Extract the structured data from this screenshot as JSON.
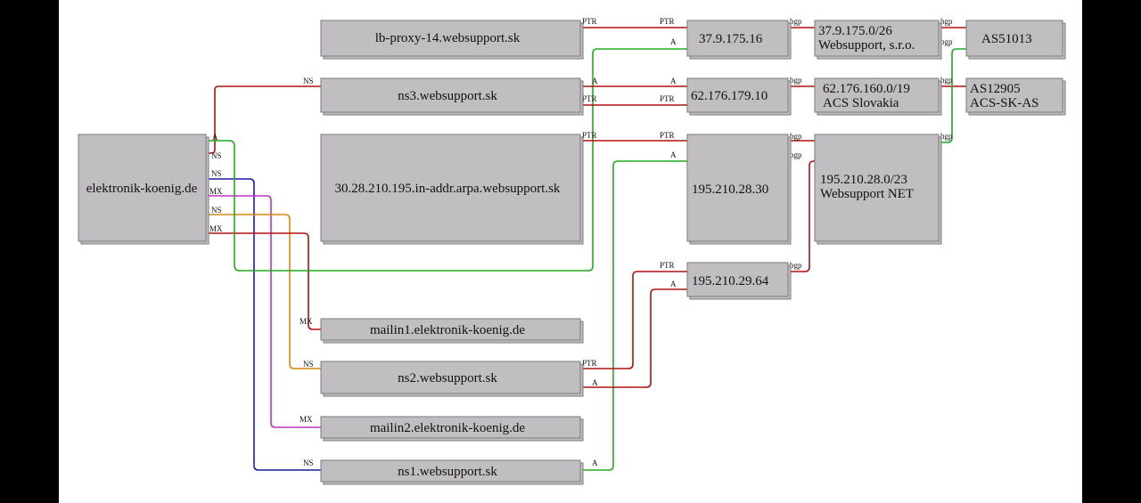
{
  "colors": {
    "background": "#000000",
    "canvas": "#ffffff",
    "node_fill": "#c0bec1",
    "red": "#b01010",
    "green": "#22aa22",
    "blue": "#1a1aa0",
    "magenta": "#c030c0",
    "orange": "#d08a10"
  },
  "nodes": {
    "domain": "elektronik-koenig.de",
    "lb_proxy": "lb-proxy-14.websupport.sk",
    "ns3": "ns3.websupport.sk",
    "arpa": "30.28.210.195.in-addr.arpa.websupport.sk",
    "mailin1": "mailin1.elektronik-koenig.de",
    "ns2": "ns2.websupport.sk",
    "mailin2": "mailin2.elektronik-koenig.de",
    "ns1": "ns1.websupport.sk",
    "ip_37": "37.9.175.16",
    "ip_62": "62.176.179.10",
    "ip_195_30": "195.210.28.30",
    "ip_195_64": "195.210.29.64",
    "net_37": [
      "37.9.175.0/26",
      "Websupport, s.r.o."
    ],
    "net_62": [
      "62.176.160.0/19",
      "ACS Slovakia"
    ],
    "net_195": [
      "195.210.28.0/23",
      "Websupport NET"
    ],
    "as_51013": "AS51013",
    "as_12905": [
      "AS12905",
      "ACS-SK-AS"
    ]
  },
  "edge_labels": {
    "ns": "NS",
    "mx": "MX",
    "a": "A",
    "ptr": "PTR",
    "bgp": "bgp"
  }
}
